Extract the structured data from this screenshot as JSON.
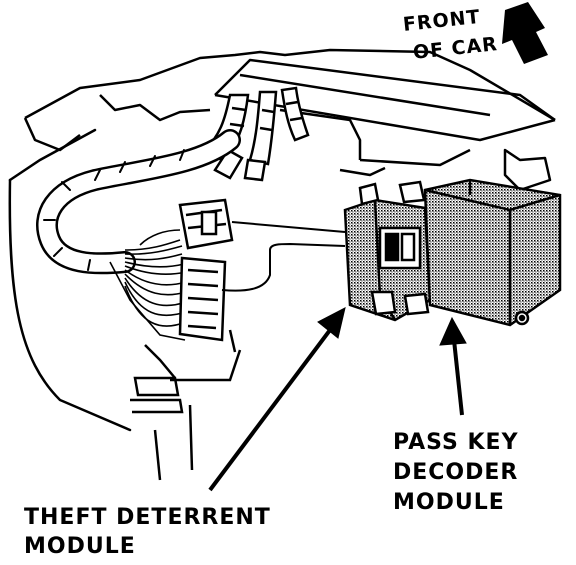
{
  "labels": {
    "front_of_car_line1": "FRONT",
    "front_of_car_line2": "OF CAR",
    "pass_key_line1": "PASS KEY",
    "pass_key_line2": "DECODER",
    "pass_key_line3": "MODULE",
    "theft_line1": "THEFT DETERRENT",
    "theft_line2": "MODULE"
  },
  "colors": {
    "ink": "#000000",
    "paper": "#ffffff",
    "module_shade": "#9a9a9a"
  }
}
